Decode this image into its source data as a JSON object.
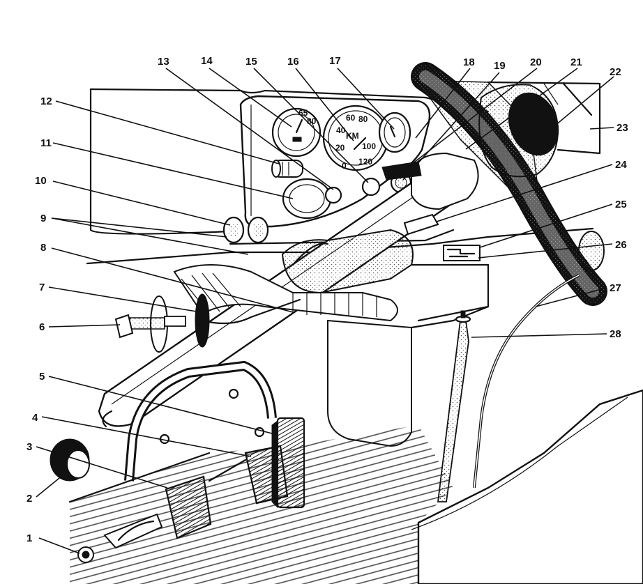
{
  "callouts": [
    {
      "label": "1"
    },
    {
      "label": "2"
    },
    {
      "label": "3"
    },
    {
      "label": "4"
    },
    {
      "label": "5"
    },
    {
      "label": "6"
    },
    {
      "label": "7"
    },
    {
      "label": "8"
    },
    {
      "label": "9"
    },
    {
      "label": "10"
    },
    {
      "label": "11"
    },
    {
      "label": "12"
    },
    {
      "label": "13"
    },
    {
      "label": "14"
    },
    {
      "label": "15"
    },
    {
      "label": "16"
    },
    {
      "label": "17"
    },
    {
      "label": "18"
    },
    {
      "label": "19"
    },
    {
      "label": "20"
    },
    {
      "label": "21"
    },
    {
      "label": "22"
    },
    {
      "label": "23"
    },
    {
      "label": "24"
    },
    {
      "label": "25"
    },
    {
      "label": "26"
    },
    {
      "label": "27"
    },
    {
      "label": "28"
    }
  ],
  "speedometer": {
    "unit": "KM",
    "scale": [
      "0",
      "20",
      "40",
      "60",
      "80",
      "100",
      "120"
    ]
  }
}
